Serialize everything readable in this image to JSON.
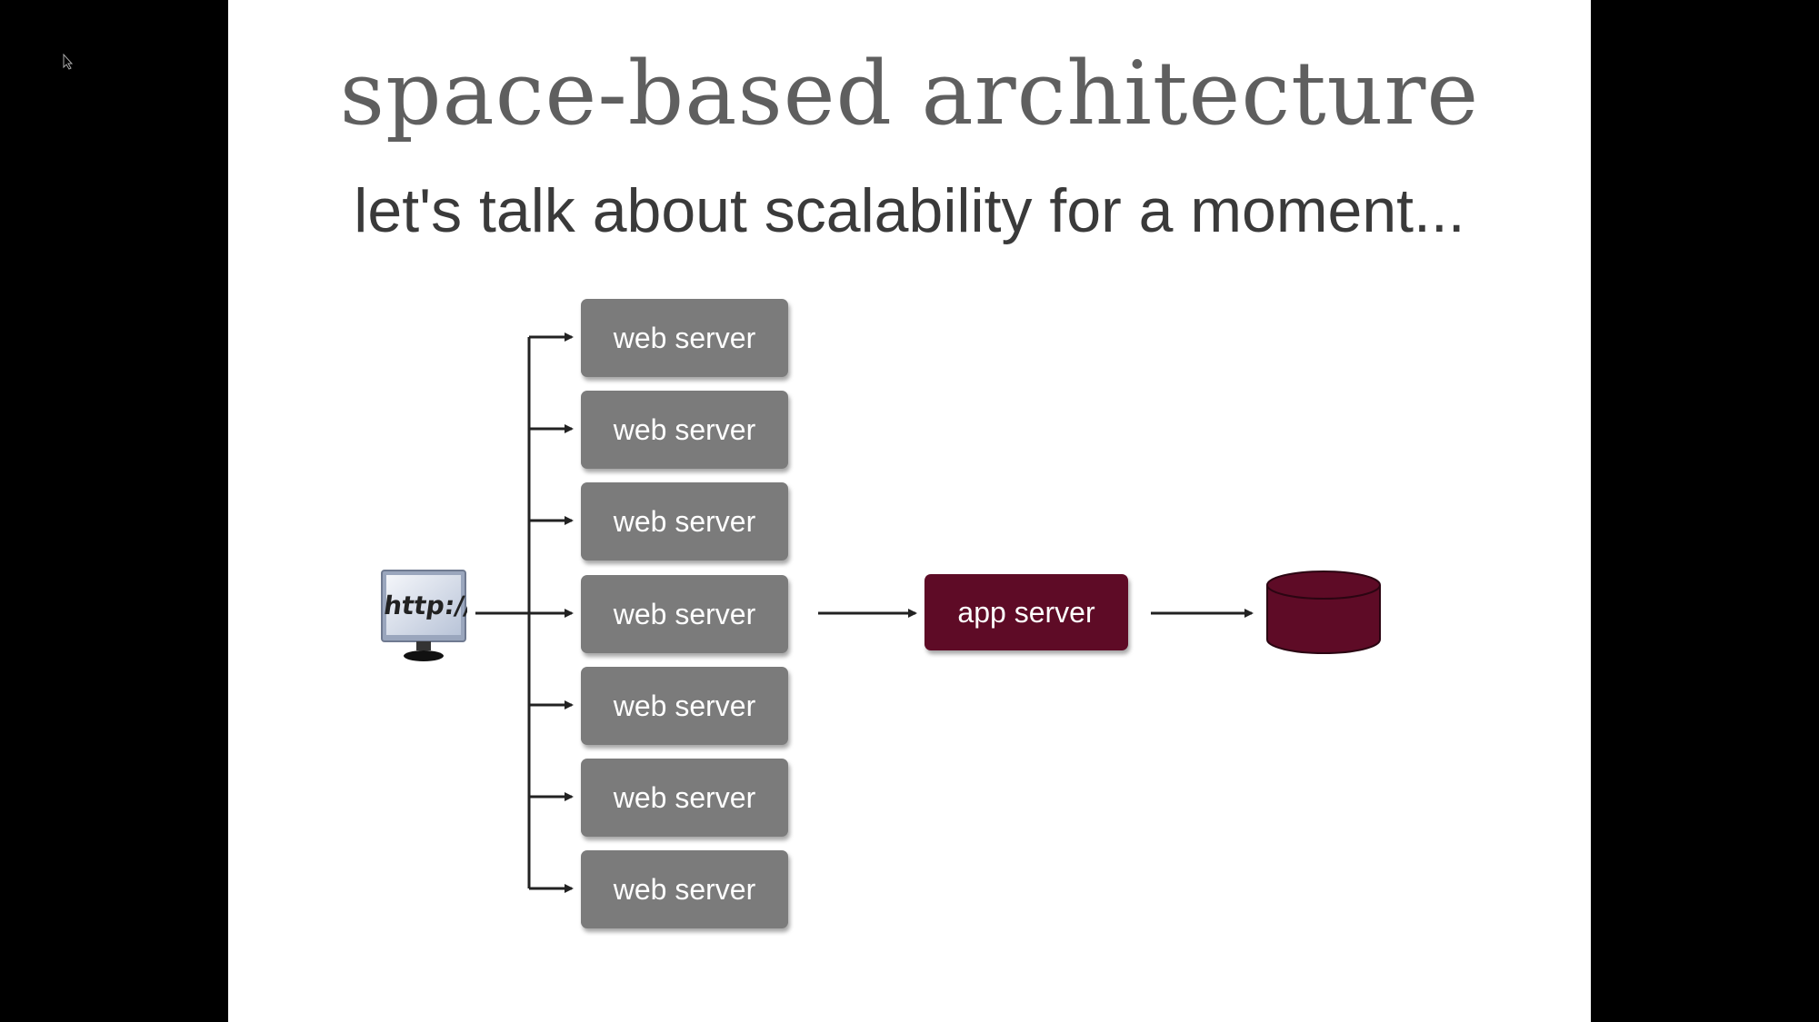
{
  "slide": {
    "title": "space-based architecture",
    "subtitle": "let's talk about scalability for a moment..."
  },
  "diagram": {
    "client": {
      "icon": "http-monitor-icon",
      "label": "http://"
    },
    "web_servers": [
      {
        "label": "web server"
      },
      {
        "label": "web server"
      },
      {
        "label": "web server"
      },
      {
        "label": "web server"
      },
      {
        "label": "web server"
      },
      {
        "label": "web server"
      },
      {
        "label": "web server"
      }
    ],
    "app_server": {
      "label": "app server"
    },
    "database": {
      "icon": "database-icon"
    }
  },
  "colors": {
    "background": "#000000",
    "slide": "#ffffff",
    "title": "#5f5f5f",
    "web_server": "#7b7b7b",
    "app_server": "#5e0b26",
    "database": "#5e0b26",
    "arrow": "#222222"
  }
}
